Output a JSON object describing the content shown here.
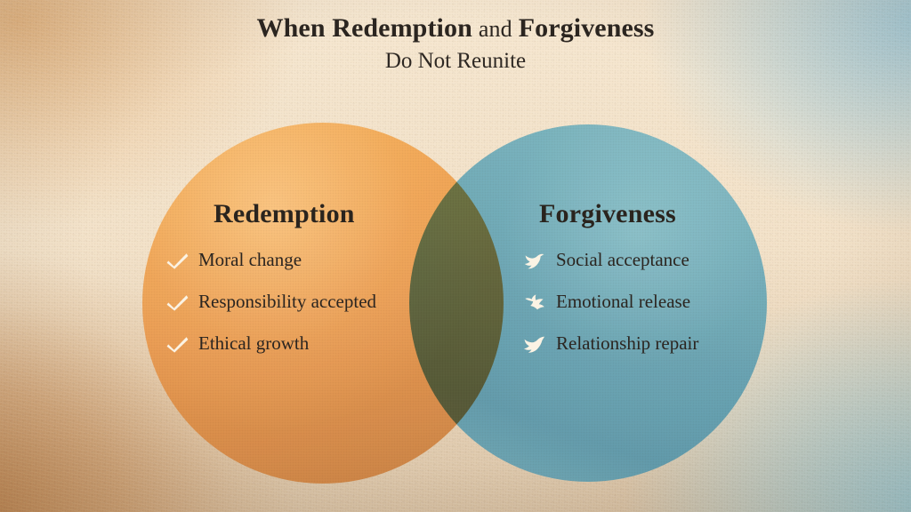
{
  "title": {
    "line1_part1": "When Redemption",
    "line1_part2": "and",
    "line1_part3": "Forgiveness",
    "line2": "Do Not Reunite"
  },
  "venn": {
    "left": {
      "heading": "Redemption",
      "bullet_icon": "check-icon",
      "accent_color": "#e79448",
      "items": [
        "Moral change",
        "Responsibility accepted",
        "Ethical growth"
      ]
    },
    "right": {
      "heading": "Forgiveness",
      "bullet_icon": "dove-icon",
      "accent_color": "#5a9bae",
      "items": [
        "Social acceptance",
        "Emotional release",
        "Relationship repair"
      ]
    },
    "overlap_color": "#ddd6c5"
  },
  "palette": {
    "background_top_left": "#e2a86a",
    "background_bottom_left": "#c08248",
    "background_top_right": "#a5d2e8",
    "background_bottom_right": "#a8d6e4",
    "background_center": "#f7ead6",
    "text_color": "#2b2520",
    "icon_color": "#fbf3e4"
  }
}
